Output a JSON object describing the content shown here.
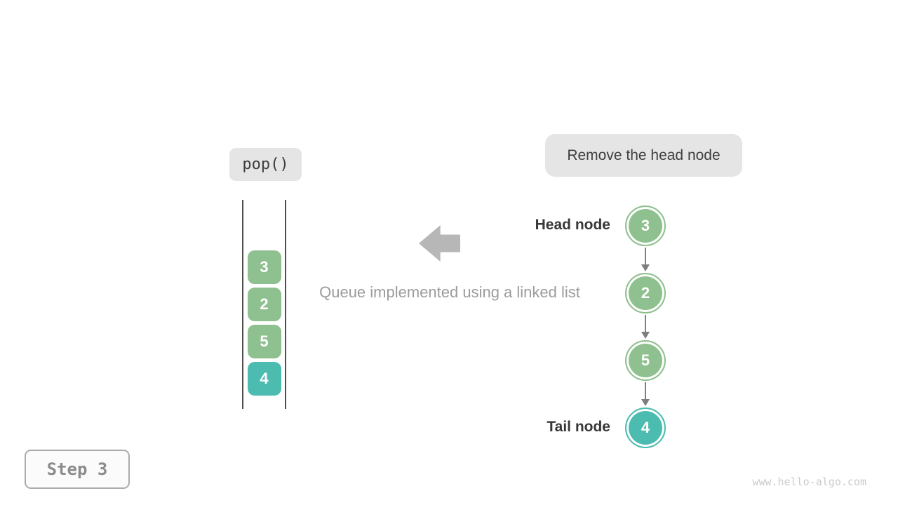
{
  "colors": {
    "green": "#8fc08f",
    "teal": "#4dbcb0",
    "badge_bg": "#e5e5e5",
    "arrow_gray": "#b7b7b7",
    "connector_gray": "#7e7e7e"
  },
  "operation_badge": {
    "label": "pop()"
  },
  "annotation_badge": {
    "label": "Remove the head node"
  },
  "caption": {
    "text": "Queue implemented using a linked list"
  },
  "queue_stack": {
    "items": [
      {
        "value": "3",
        "color": "#8fc08f"
      },
      {
        "value": "2",
        "color": "#8fc08f"
      },
      {
        "value": "5",
        "color": "#8fc08f"
      },
      {
        "value": "4",
        "color": "#4dbcb0"
      }
    ]
  },
  "linked_list": {
    "head_label": "Head node",
    "tail_label": "Tail node",
    "nodes": [
      {
        "value": "3",
        "color": "#8fc08f"
      },
      {
        "value": "2",
        "color": "#8fc08f"
      },
      {
        "value": "5",
        "color": "#8fc08f"
      },
      {
        "value": "4",
        "color": "#4dbcb0"
      }
    ]
  },
  "step_badge": {
    "label": "Step 3"
  },
  "watermark": {
    "text": "www.hello-algo.com"
  }
}
